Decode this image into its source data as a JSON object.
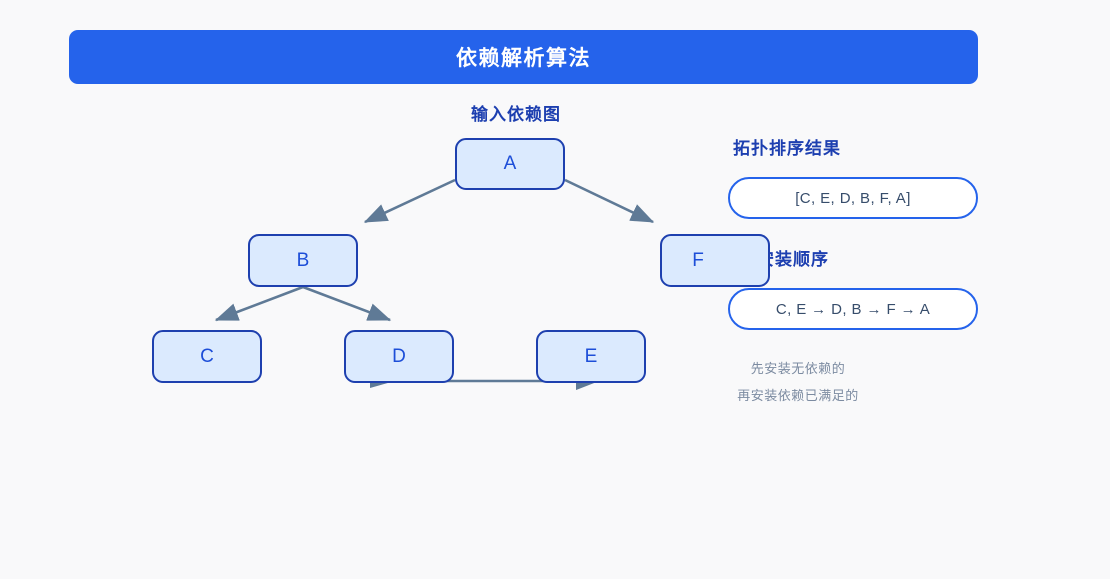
{
  "header": {
    "title": "依赖解析算法",
    "background_color": "#2563eb",
    "text_color": "#ffffff"
  },
  "graph_panel": {
    "heading": "输入依赖图",
    "node_fill": "#dbeafe",
    "node_border": "#1e40af",
    "node_text_color": "#1d4ed8",
    "edge_color": "#5f7a96",
    "nodes": [
      {
        "id": "A",
        "label": "A"
      },
      {
        "id": "B",
        "label": "B"
      },
      {
        "id": "C",
        "label": "C"
      },
      {
        "id": "D",
        "label": "D"
      },
      {
        "id": "E",
        "label": "E"
      },
      {
        "id": "F",
        "label": "F"
      }
    ],
    "edges": [
      {
        "from": "A",
        "to": "B"
      },
      {
        "from": "A",
        "to": "F"
      },
      {
        "from": "B",
        "to": "C"
      },
      {
        "from": "B",
        "to": "D"
      },
      {
        "from": "D",
        "to": "E"
      }
    ]
  },
  "topological_panel": {
    "heading": "拓扑排序结果",
    "value": "[C, E, D, B, F, A]",
    "border_color": "#2563eb"
  },
  "install_panel": {
    "heading": "安装顺序",
    "value": "C, E → D, B → F → A",
    "border_color": "#2563eb",
    "notes": [
      "先安装无依赖的",
      "再安装依赖已满足的"
    ],
    "note_color": "#7c8ba1"
  },
  "page": {
    "background_color": "#f9f9fa"
  }
}
